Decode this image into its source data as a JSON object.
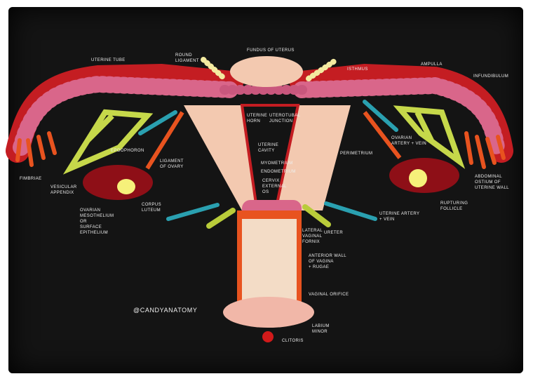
{
  "labels": {
    "uterine_tube": "Uterine tube",
    "round_ligament": "Round\nligament",
    "fundus": "Fundus of uterus",
    "isthmus": "Isthmus",
    "ampulla": "Ampulla",
    "infundibulum": "Infundibulum",
    "uterine_horn": "Uterine\nhorn",
    "uterotubal_junction": "Uterotubal\njunction",
    "uterine_cavity": "Uterine\ncavity",
    "myometrium": "Myometrium",
    "endometrium": "Endometrium",
    "cervix": "Cervix\nexternal\nos",
    "perimetrium": "Perimetrium",
    "ovarian_artery_vein": "Ovarian\nartery + vein",
    "epoophoron": "Epoophoron",
    "ligament_of_ovary": "Ligament\nof ovary",
    "fimbriae": "Fimbriae",
    "vesicular_appendix": "Vesicular\nappendix",
    "ovarian_mesothelium": "Ovarian\nmesothelium\nor\nsurface\nepithelium",
    "corpus_luteum": "Corpus\nluteum",
    "uterine_artery_vein": "Uterine artery\n+ vein",
    "lateral_vaginal_fornix": "Lateral\nvaginal\nfornix",
    "ureter": "Ureter",
    "anterior_wall": "Anterior wall\nof vagina\n+ rugae",
    "vaginal_orifice": "Vaginal orifice",
    "labium_minor": "Labium\nminor",
    "clitoris": "Clitoris",
    "rupturing_follicle": "Rupturing\nfollicle",
    "abdominal_ostium": "Abdominal\nostium of\nuterine wall"
  },
  "signature": "@candyanatomy",
  "colors": {
    "board": "#141414",
    "tube_red": "#c41d22",
    "pink_candy": "#d9668a",
    "peach_candy": "#f3c9b0",
    "green_candy": "#c6d84a",
    "orange_candy": "#e8531f",
    "teal_candy": "#2aa0b0"
  }
}
